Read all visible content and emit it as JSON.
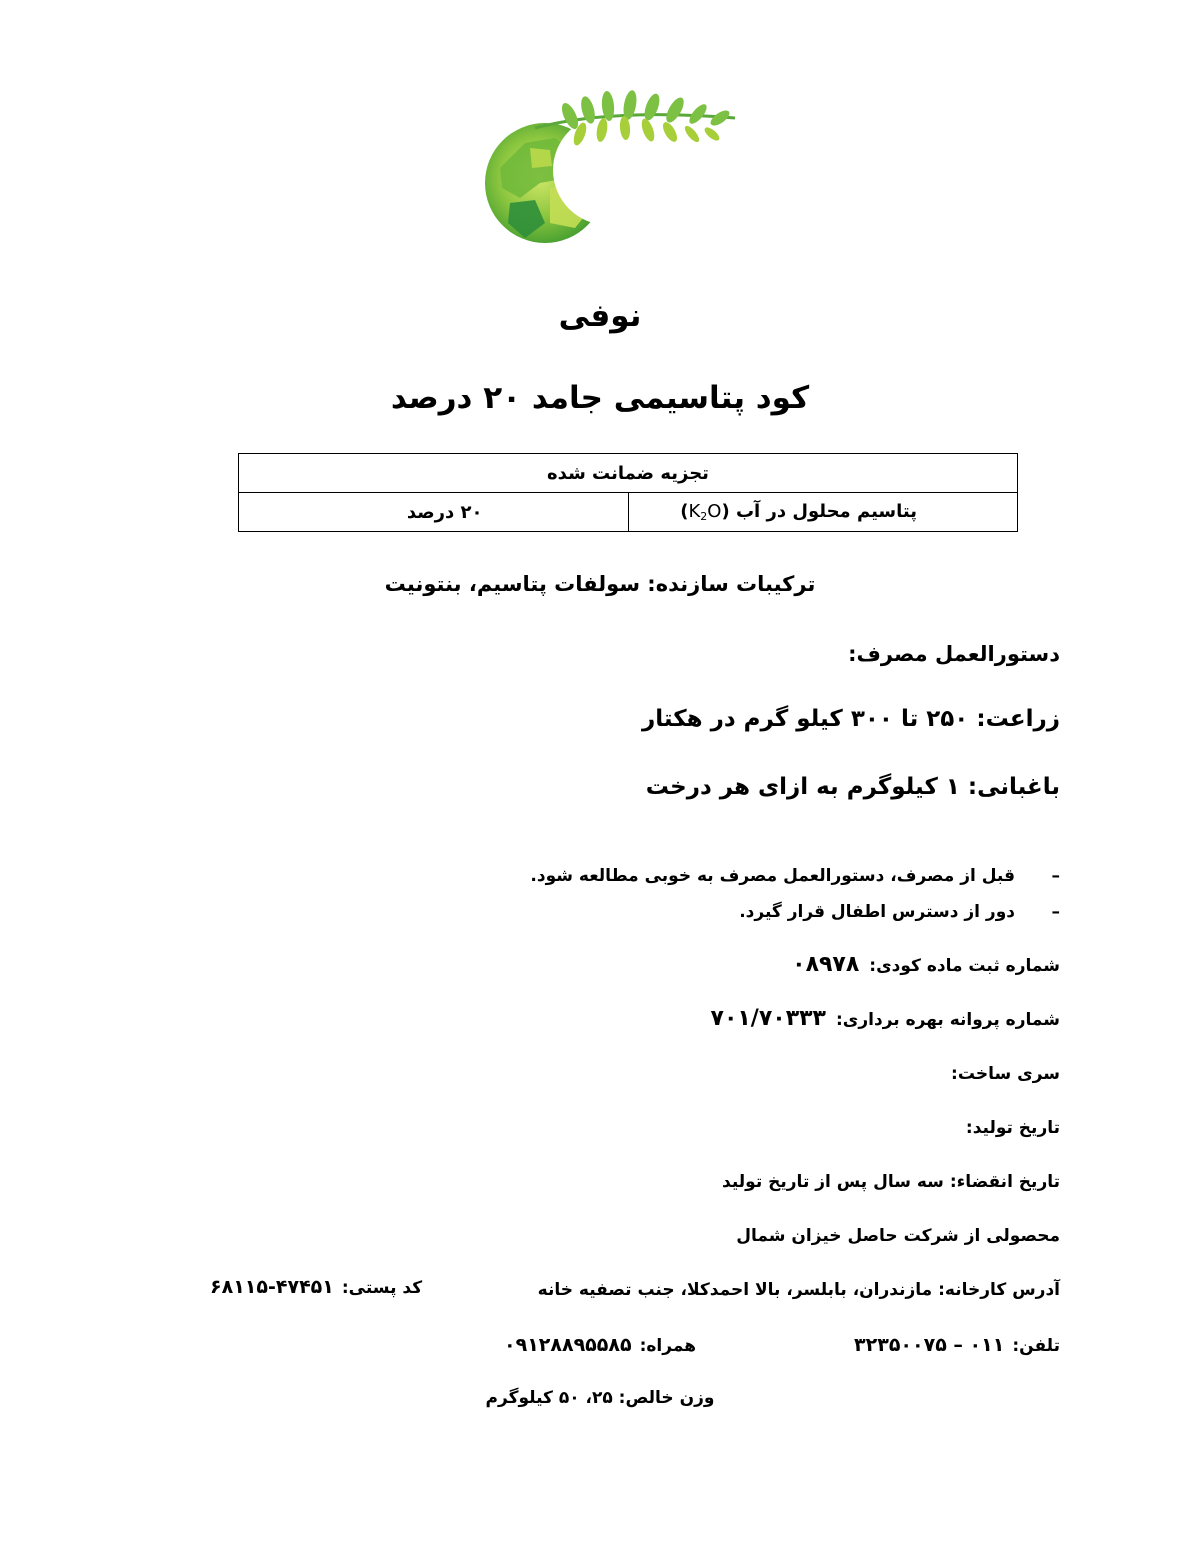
{
  "brand": "نوفی",
  "title": "کود پتاسیمی جامد ۲۰ درصد",
  "analysis": {
    "header": "تجزیه ضمانت شده",
    "row_label": "پتاسیم محلول در آب",
    "row_formula_pre": "K",
    "row_formula_sub": "2",
    "row_formula_post": "O",
    "row_value": "۲۰ درصد"
  },
  "ingredients": "ترکیبات سازنده: سولفات پتاسیم، بنتونیت",
  "usage": {
    "title": "دستورالعمل مصرف:",
    "farming": "زراعت: ۲۵۰ تا ۳۰۰ کیلو گرم در هکتار",
    "garden": "باغبانی: ۱ کیلوگرم به ازای هر درخت"
  },
  "warnings": [
    "قبل از مصرف، دستورالعمل مصرف به خوبی مطالعه شود.",
    "دور از دسترس اطفال قرار گیرد."
  ],
  "warning_bullet": "–",
  "registration": {
    "label": "شماره ثبت ماده کودی:",
    "value": "۰۸۹۷۸"
  },
  "license": {
    "label": "شماره پروانه بهره برداری:",
    "value": "۷۰۱/۷۰۳۳۳"
  },
  "series_label": "سری ساخت:",
  "production_date_label": "تاریخ تولید:",
  "expiry": "تاریخ انقضاء: سه سال پس از تاریخ تولید",
  "company": "محصولی از شرکت حاصل خیزان شمال",
  "address": "آدرس کارخانه: مازندران، بابلسر، بالا احمدکلا، جنب تصفیه خانه",
  "postal": {
    "label": "کد پستی:",
    "value": "۴۷۴۵۱-۶۸۱۱۵"
  },
  "phone": {
    "label": "تلفن:",
    "value": "۰۱۱ – ۳۲۳۵۰۰۷۵"
  },
  "mobile": {
    "label": "همراه:",
    "value": "۰۹۱۲۸۸۹۵۵۸۵"
  },
  "net_weight": "وزن خالص: ۲۵، ۵۰ کیلوگرم",
  "colors": {
    "leaf_dark": "#3f9b2f",
    "leaf_light": "#a6cf3a",
    "globe_mid": "#7cc143"
  }
}
